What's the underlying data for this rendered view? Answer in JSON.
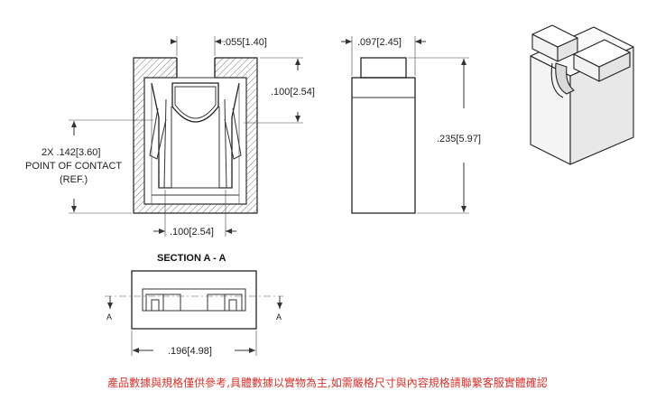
{
  "front_view": {
    "dim_slot_width": ".055[1.40]",
    "dim_contact_depth": ".100[2.54]",
    "dim_contact_point_line1": "2X .142[3.60]",
    "dim_contact_point_line2": "POINT OF CONTACT",
    "dim_contact_point_line3": "(REF.)",
    "dim_pitch": ".100[2.54]"
  },
  "side_view": {
    "dim_thickness": ".097[2.45]",
    "dim_height": ".235[5.97]"
  },
  "section": {
    "title": "SECTION A - A",
    "marker_left": "A",
    "marker_right": "A",
    "dim_length": ".196[4.98]"
  },
  "footnote": "產品數據與規格僅供參考,具體數據以實物為主,如需嚴格尺寸與內容規格請聯繫客服實體確認",
  "colors": {
    "line": "#333333",
    "footnote": "#d8312a",
    "hatch": "#555555"
  }
}
